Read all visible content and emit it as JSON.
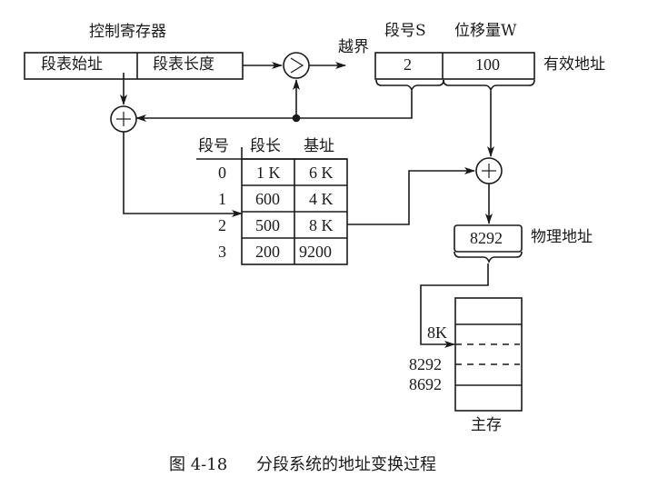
{
  "control_register": {
    "title": "控制寄存器",
    "field_start": "段表始址",
    "field_length": "段表长度"
  },
  "comparator": {
    "symbol": ">",
    "overflow_label": "越界"
  },
  "adders": {
    "symbol": "+"
  },
  "logical_address": {
    "segment_header": "段号S",
    "offset_header": "位移量W",
    "segment_value": "2",
    "offset_value": "100",
    "label": "有效地址"
  },
  "segment_table": {
    "headers": [
      "段号",
      "段长",
      "基址"
    ],
    "rows": [
      {
        "seg": "0",
        "length": "1 K",
        "base": "6 K"
      },
      {
        "seg": "1",
        "length": "600",
        "base": "4 K"
      },
      {
        "seg": "2",
        "length": "500",
        "base": "8 K"
      },
      {
        "seg": "3",
        "length": "200",
        "base": "9200"
      }
    ],
    "selected_row": 2
  },
  "physical_address": {
    "value": "8292",
    "label": "物理地址"
  },
  "main_memory": {
    "marks": [
      "8K",
      "8292",
      "8692"
    ],
    "label": "主存"
  },
  "caption": {
    "figure_no": "图 4-18",
    "title": "分段系统的地址变换过程"
  }
}
